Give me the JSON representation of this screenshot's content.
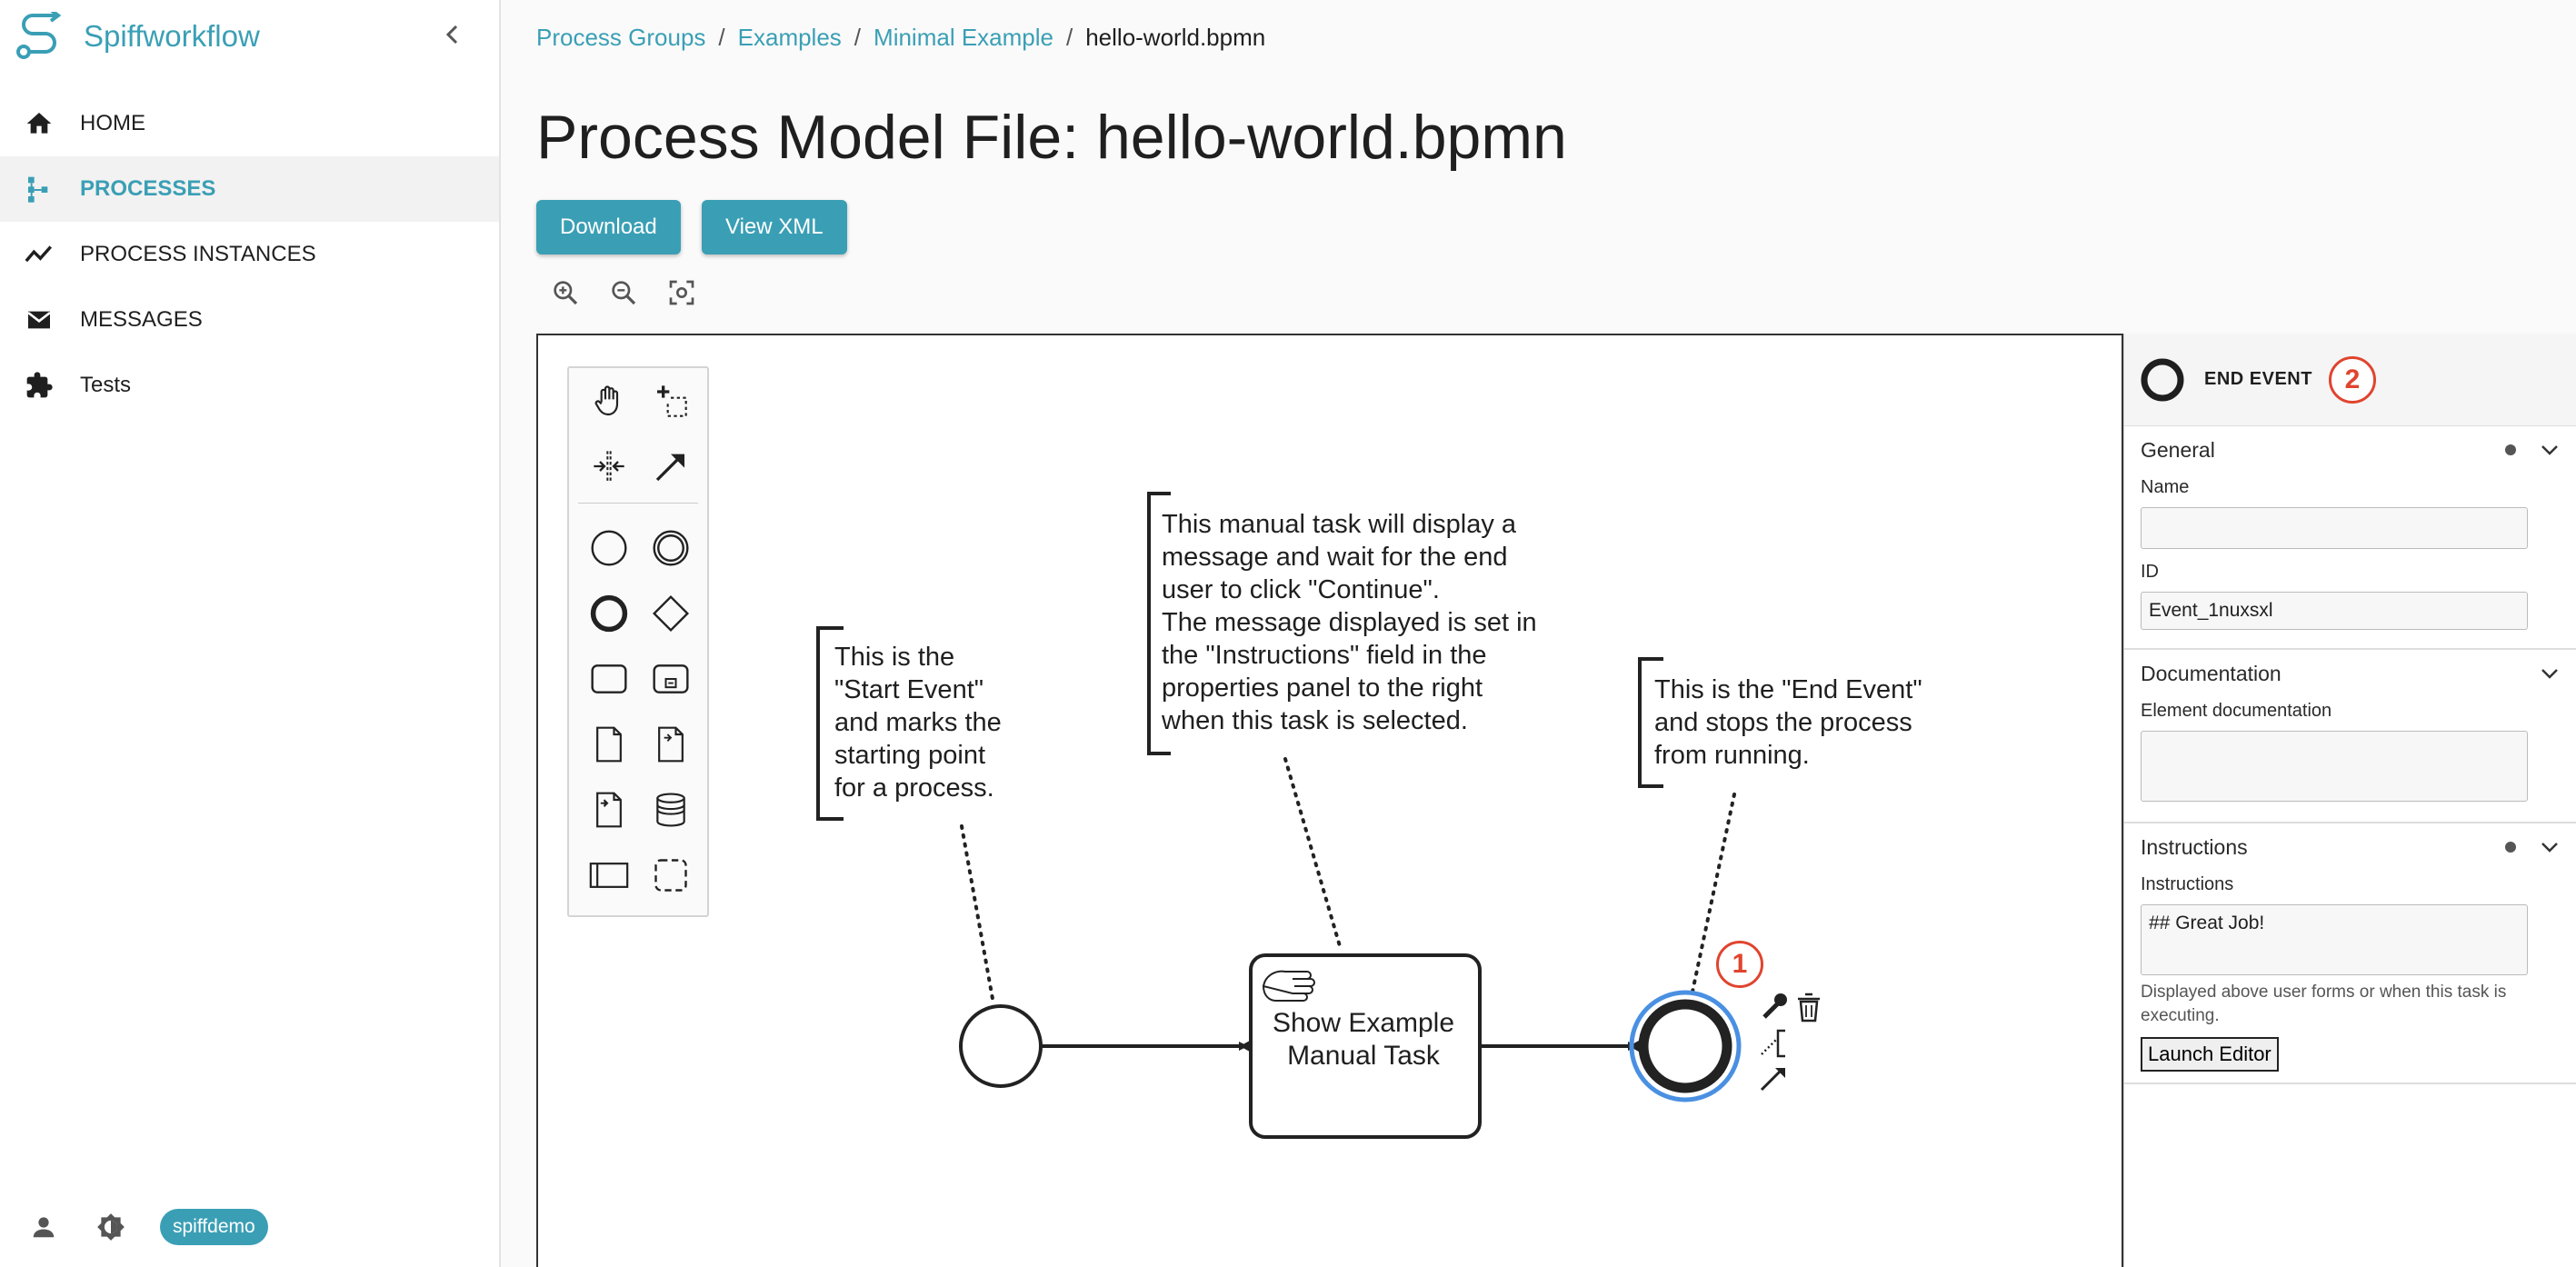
{
  "app": {
    "name": "Spiffworkflow",
    "user": "spiffdemo"
  },
  "nav": {
    "items": [
      {
        "label": "HOME",
        "icon": "home-icon",
        "active": false
      },
      {
        "label": "PROCESSES",
        "icon": "process-tree-icon",
        "active": true
      },
      {
        "label": "PROCESS INSTANCES",
        "icon": "trending-line-icon",
        "active": false
      },
      {
        "label": "MESSAGES",
        "icon": "envelope-icon",
        "active": false
      },
      {
        "label": "Tests",
        "icon": "puzzle-icon",
        "active": false
      }
    ]
  },
  "breadcrumb": {
    "items": [
      "Process Groups",
      "Examples",
      "Minimal Example"
    ],
    "current": "hello-world.bpmn",
    "separator": "/"
  },
  "page": {
    "title": "Process Model File: hello-world.bpmn",
    "download_label": "Download",
    "view_xml_label": "View XML"
  },
  "diagram": {
    "annotation_start": "This is the\n\"Start Event\"\nand marks the\nstarting point\nfor a process.",
    "annotation_task": "This manual task will display a\nmessage and wait for the end\nuser to click \"Continue\".\nThe message displayed is set in\nthe \"Instructions\" field in the\nproperties panel to the right\nwhen this task is selected.",
    "annotation_end": "This is the \"End Event\"\nand stops the process\nfrom running.",
    "task_label": "Show Example\nManual Task",
    "marker_1": "1",
    "marker_2": "2"
  },
  "properties": {
    "element_type": "END EVENT",
    "general": {
      "title": "General",
      "name_label": "Name",
      "name_value": "",
      "id_label": "ID",
      "id_value": "Event_1nuxsxl"
    },
    "documentation": {
      "title": "Documentation",
      "label": "Element documentation",
      "value": ""
    },
    "instructions": {
      "title": "Instructions",
      "label": "Instructions",
      "value": "## Great Job!",
      "hint": "Displayed above user forms or when this task is executing.",
      "launch_label": "Launch Editor"
    }
  },
  "colors": {
    "accent": "#3a9fb5",
    "marker": "#e0442e",
    "selection": "#4a90e2"
  }
}
